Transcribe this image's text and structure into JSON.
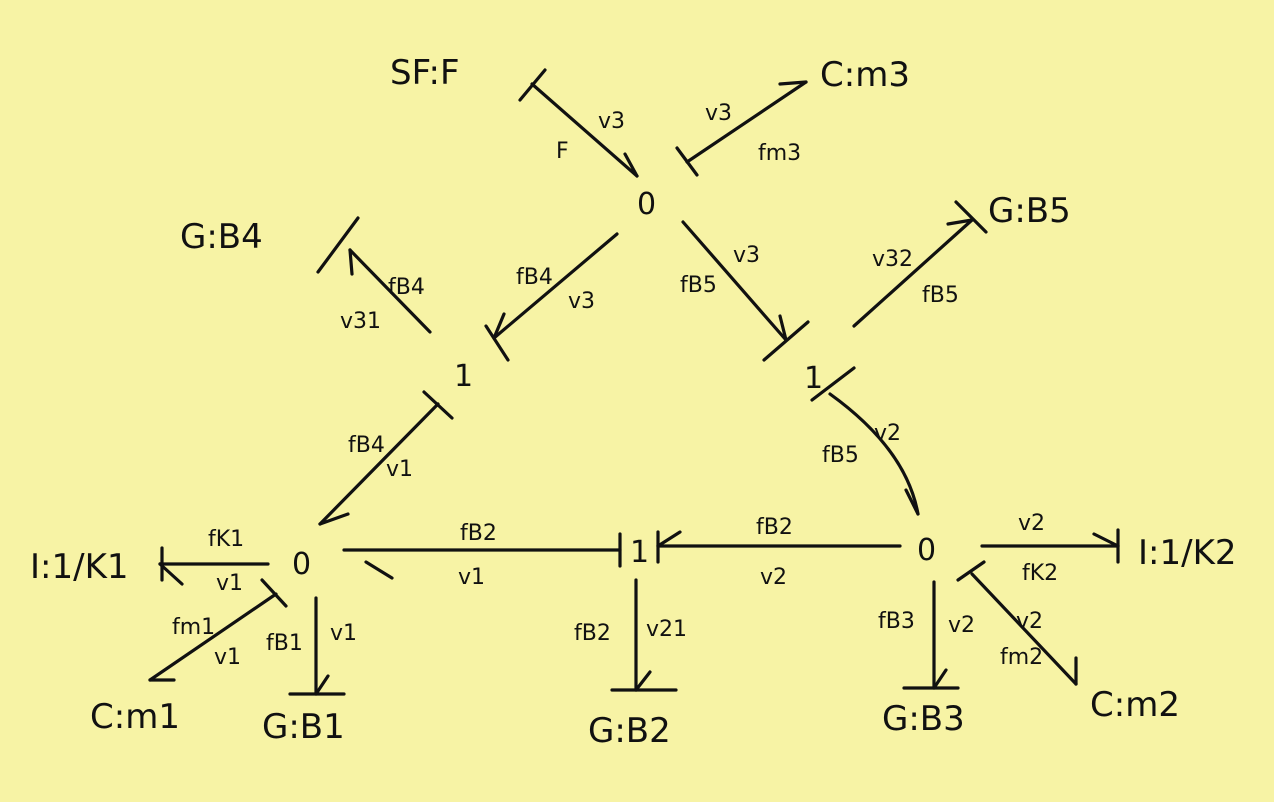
{
  "background": "#f7f3a5",
  "ink": "#111111",
  "elements": {
    "sf": "SF:F",
    "cm3": "C:m3",
    "gb4": "G:B4",
    "gb5": "G:B5",
    "ik1": "I:1/K1",
    "ik2": "I:1/K2",
    "cm1": "C:m1",
    "gb1": "G:B1",
    "gb2": "G:B2",
    "gb3": "G:B3",
    "cm2": "C:m2"
  },
  "junctions": {
    "j0_top": "0",
    "j0_left": "0",
    "j0_right": "0",
    "j1_left": "1",
    "j1_right": "1",
    "j1_bottom": "1"
  },
  "labels": {
    "sf_flow": "v3",
    "sf_effort": "F",
    "cm3_flow": "v3",
    "cm3_effort": "fm3",
    "tl_effort": "fB4",
    "tl_flow": "v3",
    "gb4_effort": "fB4",
    "gb4_flow": "v31",
    "tr_flow": "v3",
    "tr_effort": "fB5",
    "gb5_flow": "v32",
    "gb5_effort": "fB5",
    "ll_effort": "fB4",
    "ll_flow": "v1",
    "rr_flow": "v2",
    "rr_effort": "fB5",
    "bl_effort": "fB2",
    "bl_flow": "v1",
    "br_effort": "fB2",
    "br_flow": "v2",
    "ik1_effort": "fK1",
    "ik1_flow": "v1",
    "cm1_effort": "fm1",
    "cm1_flow": "v1",
    "gb1_effort": "fB1",
    "gb1_flow": "v1",
    "gb2_effort": "fB2",
    "gb2_flow": "v21",
    "ik2_flow": "v2",
    "ik2_effort": "fK2",
    "gb3_effort": "fB3",
    "gb3_flow": "v2",
    "cm2_flow": "v2",
    "cm2_effort": "fm2"
  }
}
